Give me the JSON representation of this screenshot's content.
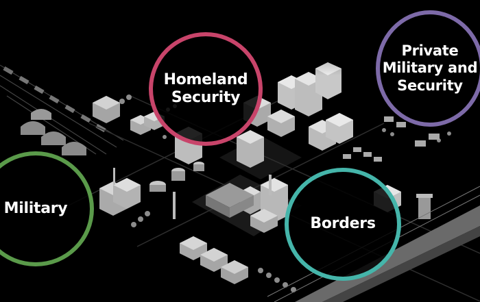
{
  "circles": {
    "homeland": {
      "label": "Homeland\nSecurity",
      "color": "#c8446a"
    },
    "private": {
      "label": "Private\nMilitary and\nSecurity",
      "color": "#7d6aa8"
    },
    "military": {
      "label": "Military",
      "color": "#5a9a4a"
    },
    "borders": {
      "label": "Borders",
      "color": "#45b5aa"
    }
  },
  "background": {
    "color": "#000000",
    "illustration": "isometric-city-grayscale"
  }
}
